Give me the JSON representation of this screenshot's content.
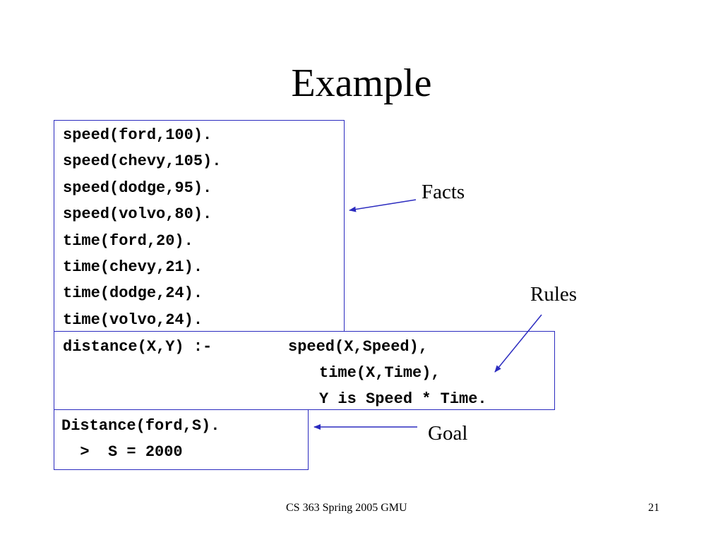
{
  "slide": {
    "title": "Example",
    "facts_lines": [
      "speed(ford,100).",
      "speed(chevy,105).",
      "speed(dodge,95).",
      "speed(volvo,80).",
      "time(ford,20).",
      "time(chevy,21).",
      "time(dodge,24).",
      "time(volvo,24)."
    ],
    "rule": {
      "head": "distance(X,Y) :-",
      "body": [
        "speed(X,Speed),",
        "time(X,Time),",
        "Y is Speed * Time."
      ]
    },
    "goal_lines": [
      "Distance(ford,S).",
      "  >  S = 2000"
    ],
    "labels": {
      "facts": "Facts",
      "rules": "Rules",
      "goal": "Goal"
    },
    "footer": {
      "course": "CS 363 Spring 2005 GMU",
      "page_number": "21"
    },
    "colors": {
      "box_border": "#2b2bbf",
      "arrow": "#2b2bbf"
    }
  }
}
